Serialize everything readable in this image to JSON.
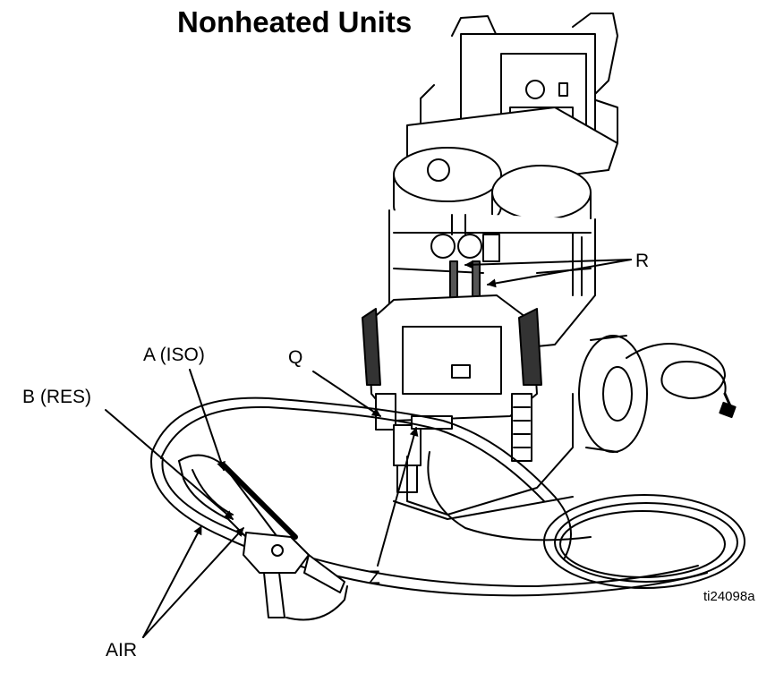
{
  "figure": {
    "title": "Nonheated Units",
    "reference": "ti24098a"
  },
  "callouts": {
    "a_iso": "A (ISO)",
    "b_res": "B (RES)",
    "q": "Q",
    "r": "R",
    "z": "Z",
    "air": "AIR"
  },
  "colors": {
    "ink": "#000000",
    "paper": "#ffffff",
    "shade": "#d9d9d9"
  }
}
